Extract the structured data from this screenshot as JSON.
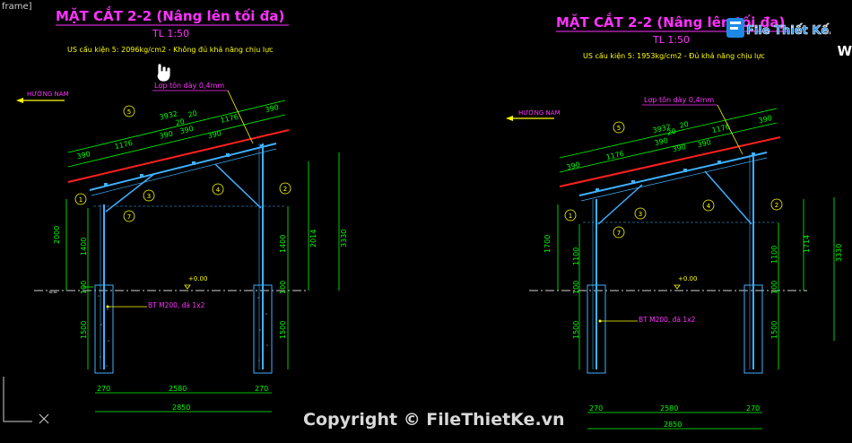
{
  "viewport_label": "frame]",
  "edge_glyph": "W",
  "watermark": {
    "logo_text": "File Thiết Kế.vn",
    "copyright": "Copyright © FileThietKe.vn"
  },
  "colors": {
    "title": "#ff33ff",
    "label": "#ffff00",
    "dim": "#00ff00",
    "leader": "#ff00ff",
    "roof": "#ff2020",
    "steel": "#3fb0ff",
    "ground": "#cfcfcf"
  },
  "sections": [
    {
      "title": "MẶT CẮT 2-2 (Nâng lên tối đa)",
      "scale": "TL 1:50",
      "note": "US cấu kiện 5: 2096kg/cm2 - Không đủ khả năng chịu lực",
      "direction": "HƯỚNG NAM",
      "roof_label": "Lợp tôn dày 0,4mm",
      "level_label": "+0.00",
      "foundation_label": "BT M200, đá 1x2",
      "top_dims": [
        "3932",
        "1176",
        "390",
        "1176",
        "390",
        "20",
        "390",
        "20",
        "390",
        "390"
      ],
      "left_dims": [
        "2000",
        "1400",
        "100",
        "1500"
      ],
      "right_dims": [
        "1400",
        "2014",
        "3330",
        "100",
        "1500"
      ],
      "bottom_dims": [
        "270",
        "2580",
        "270",
        "2850"
      ],
      "markers": [
        "1",
        "2",
        "3",
        "4",
        "5",
        "7"
      ]
    },
    {
      "title": "MẶT CẮT 2-2 (Nâng lên tối đa)",
      "scale": "TL 1:50",
      "note": "US cấu kiện 5: 1953kg/cm2 - Đủ khả năng chịu lực",
      "direction": "HƯỚNG NAM",
      "roof_label": "Lợp tôn dày 0,4mm",
      "level_label": "+0.00",
      "foundation_label": "BT M200, đá 1x2",
      "top_dims": [
        "3932",
        "1176",
        "390",
        "1176",
        "390",
        "20",
        "390",
        "20",
        "390",
        "390"
      ],
      "left_dims": [
        "1700",
        "1100",
        "100",
        "1500"
      ],
      "right_dims": [
        "1100",
        "1714",
        "3330",
        "100",
        "1500"
      ],
      "bottom_dims": [
        "270",
        "2580",
        "270",
        "2850"
      ],
      "markers": [
        "1",
        "2",
        "3",
        "4",
        "5",
        "7"
      ]
    }
  ]
}
